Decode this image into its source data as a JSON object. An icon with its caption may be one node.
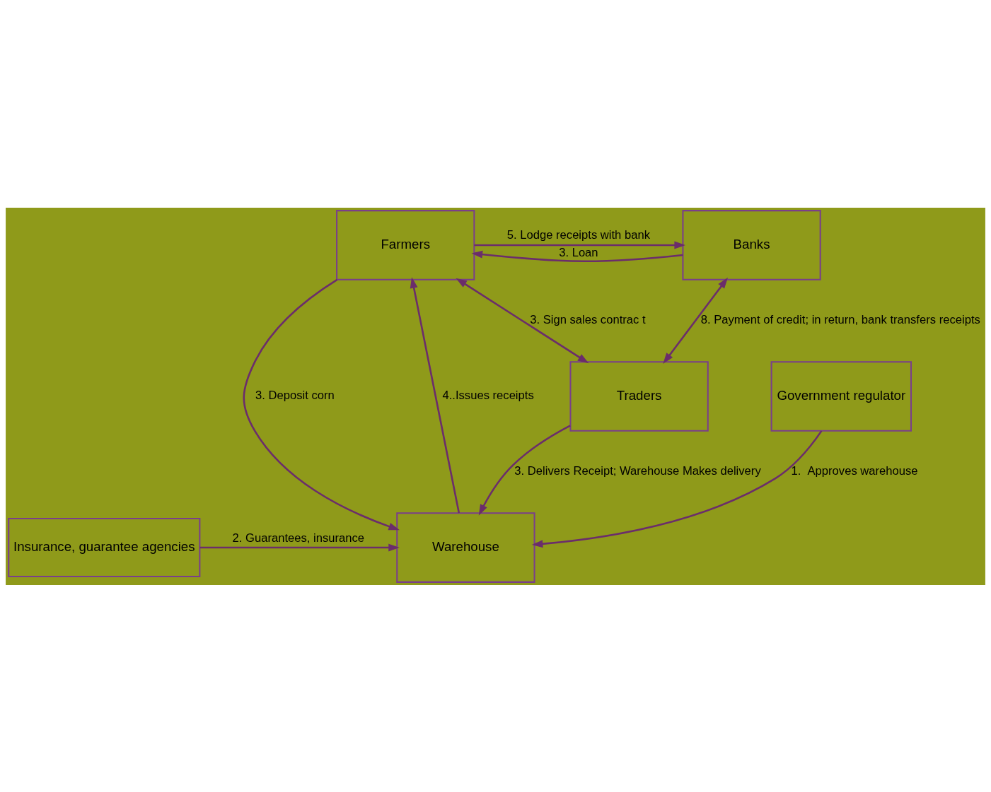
{
  "diagram": {
    "nodes": [
      {
        "text": [
          "Farmers"
        ]
      },
      {
        "text": [
          "Banks"
        ]
      },
      {
        "text": [
          "Warehouse"
        ]
      },
      {
        "text": [
          "Insurance, guarantee agencies"
        ]
      },
      {
        "text": [
          "Traders"
        ]
      },
      {
        "text": [
          "Government regulator"
        ]
      }
    ],
    "edges": [
      {
        "from": 1,
        "to": 0,
        "arrow": "to",
        "label": "3. Loan"
      },
      {
        "from": 0,
        "to": 1,
        "arrow": "to",
        "label": "5. Lodge receipts with bank"
      },
      {
        "from": 0,
        "to": 2,
        "arrow": "to",
        "label": "3. Deposit corn"
      },
      {
        "from": 2,
        "to": 0,
        "arrow": "to",
        "label": "4..Issues receipts"
      },
      {
        "from": 0,
        "to": 4,
        "arrow": "both",
        "label": "3. Sign sales contrac t"
      },
      {
        "from": 4,
        "to": 2,
        "arrow": "to",
        "label": "3. Delivers Receipt; Warehouse Makes delivery"
      },
      {
        "from": 3,
        "to": 2,
        "arrow": "to",
        "label": "2. Guarantees, insurance"
      },
      {
        "from": 5,
        "to": 2,
        "arrow": "to",
        "label": "1.  Approves warehouse"
      },
      {
        "from": 4,
        "to": 1,
        "arrow": "both",
        "label": "8. Payment of credit; in return, bank transfers receipts"
      }
    ]
  }
}
